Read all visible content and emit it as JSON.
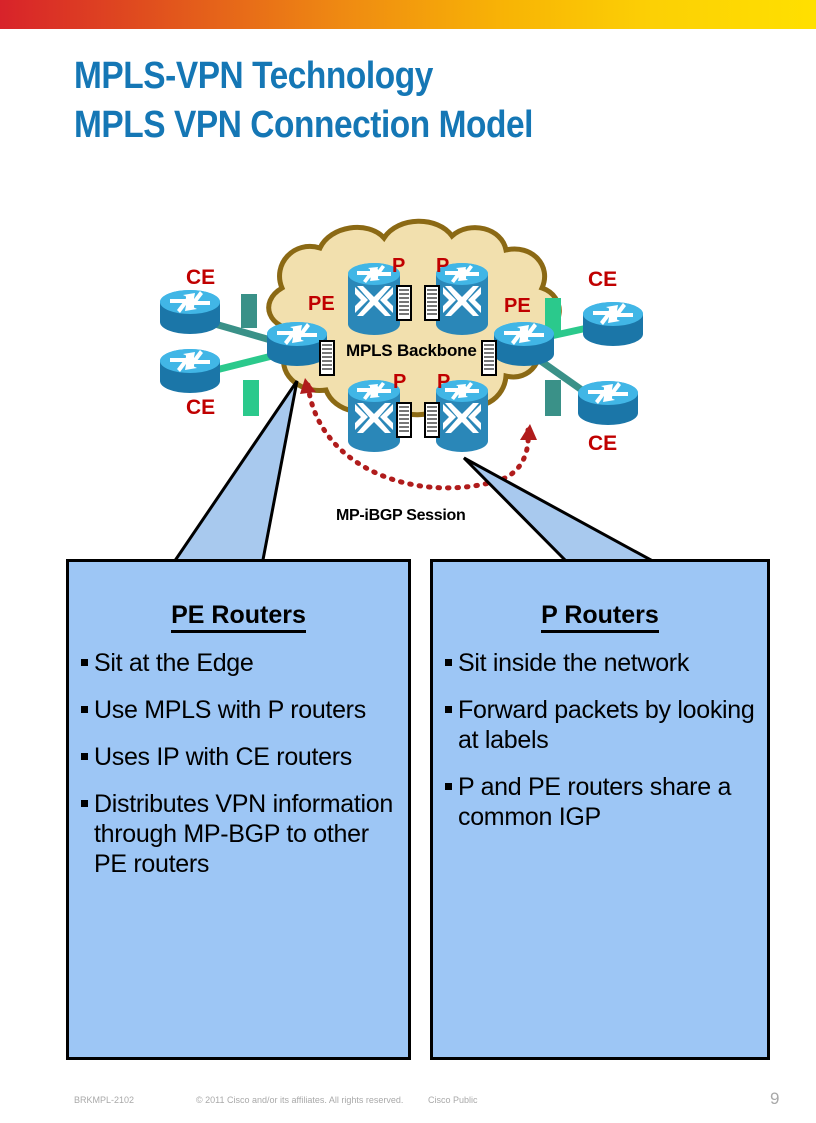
{
  "theme": {
    "gradient_start": "#d8232a",
    "gradient_end": "#ffe000",
    "title_color": "#1577b5",
    "label_red": "#c00000",
    "box_fill": "#9dc6f5",
    "cloud_fill": "#f2e0ae",
    "cloud_stroke": "#8b6914",
    "router_top": "#3fb3e8",
    "router_body": "#1b76a8",
    "link_teal": "#3a9188",
    "link_green": "#2bc98c",
    "ibgp_red": "#b01c1c",
    "callout_fill": "#a8c9ee"
  },
  "title": {
    "line1": "MPLS-VPN Technology",
    "line2": "MPLS VPN Connection Model"
  },
  "diagram": {
    "cloud_label": "MPLS Backbone",
    "session_label": "MP-iBGP Session",
    "labels": {
      "ce_top_left": "CE",
      "ce_bottom_left": "CE",
      "ce_top_right": "CE",
      "ce_bottom_right": "CE",
      "pe_left": "PE",
      "pe_right": "PE",
      "p_top_left": "P",
      "p_top_right": "P",
      "p_bottom_left": "P",
      "p_bottom_right": "P"
    },
    "icons": {
      "router": "router-icon",
      "label_stack": "label-stack-icon",
      "vrf_marker": "vrf-marker-icon",
      "session_arrow": "ibgp-session-arrow-icon"
    }
  },
  "boxes": {
    "pe": {
      "heading": "PE Routers",
      "bullets": [
        "Sit at the Edge",
        "Use MPLS with P routers",
        "Uses IP with CE routers",
        "Distributes VPN information through MP-BGP to other PE routers"
      ]
    },
    "p": {
      "heading": "P Routers",
      "bullets": [
        "Sit inside the network",
        "Forward packets by looking at labels",
        "P and PE routers share a common IGP"
      ]
    }
  },
  "footer": {
    "session_code": "BRKMPL-2102",
    "copyright": "© 2011 Cisco and/or its affiliates. All rights reserved.",
    "classification": "Cisco Public",
    "page_number": "9"
  }
}
